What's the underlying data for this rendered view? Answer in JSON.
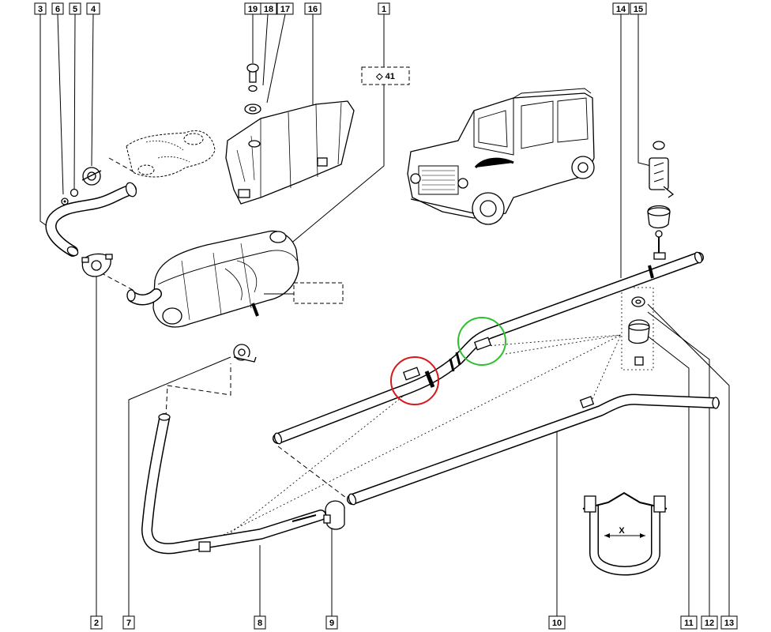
{
  "callouts": [
    {
      "id": "c3",
      "text": "3"
    },
    {
      "id": "c6",
      "text": "6"
    },
    {
      "id": "c5",
      "text": "5"
    },
    {
      "id": "c4",
      "text": "4"
    },
    {
      "id": "c19",
      "text": "19"
    },
    {
      "id": "c18",
      "text": "18"
    },
    {
      "id": "c17",
      "text": "17"
    },
    {
      "id": "c16",
      "text": "16"
    },
    {
      "id": "c1",
      "text": "1"
    },
    {
      "id": "c14",
      "text": "14"
    },
    {
      "id": "c15",
      "text": "15"
    },
    {
      "id": "c2",
      "text": "2"
    },
    {
      "id": "c7",
      "text": "7"
    },
    {
      "id": "c8",
      "text": "8"
    },
    {
      "id": "c9",
      "text": "9"
    },
    {
      "id": "c10",
      "text": "10"
    },
    {
      "id": "c11",
      "text": "11"
    },
    {
      "id": "c12",
      "text": "12"
    },
    {
      "id": "c13",
      "text": "13"
    }
  ],
  "ref_box": {
    "text": "◇ 41"
  },
  "clamp_dimension": {
    "text": "X"
  },
  "highlights": {
    "red": "#d9161c",
    "green": "#2dbf2d"
  }
}
